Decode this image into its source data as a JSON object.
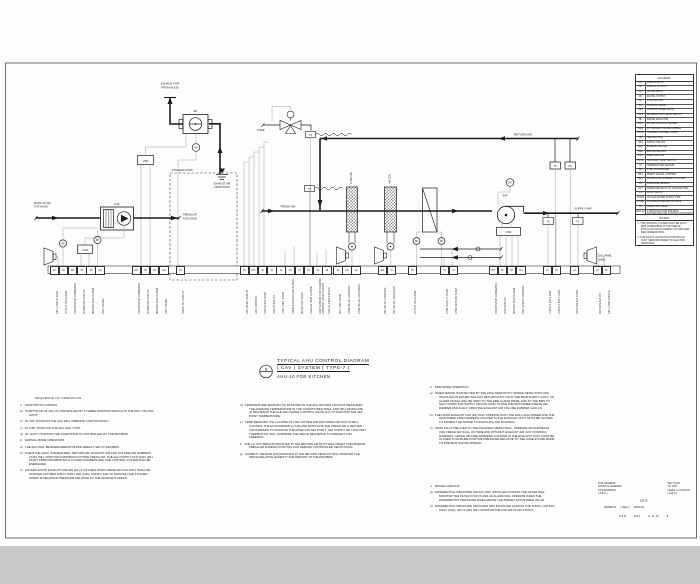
{
  "tags": {
    "ts": "TS",
    "hs": "HS",
    "dp": "DP",
    "vsd": "VSD"
  },
  "diagram": {
    "labels": {
      "exhaust_top_1": "EXHAUST AIR",
      "exhaust_top_2": "FROM HOOD",
      "kef_tag": "EF",
      "hood_exhaust_1": "EXHAUST AIR",
      "hood_exhaust_2": "FROM HOOD",
      "kitchen_hood": "KITCHEN HOOD",
      "makeup_1": "MAKE UP AIR",
      "makeup_2": "FOR HOOD",
      "faf_tag": "FAF",
      "fresh_hood_1": "FRESH AIR",
      "fresh_hood_2": "FOR HOOD",
      "chwr": "CHWR",
      "fresh_air": "FRESH AIR",
      "return_air": "RETURN AIR",
      "supply_air": "SUPPLY AIR",
      "chw_coil": "CHW COIL",
      "hw_coil": "HW COIL",
      "saf_tag": "SAF",
      "ddc_1": "DDC PANEL",
      "ddc_2": "(BMS)"
    }
  },
  "title": {
    "bubble_top": "B",
    "bubble_bottom": "-",
    "line1": "TYPICAL AHU CONTROL DIAGRAM",
    "line2": "( CAV ) SYSTEM ( TYPE-7 )",
    "line3": "AHU-10 FOR KITCHEN"
  },
  "legend": {
    "title": "LEGEND:",
    "rows": [
      {
        "a": "AI",
        "d": "ANALOG INPUT"
      },
      {
        "a": "AO",
        "d": "ANALOG OUTPUT"
      },
      {
        "a": "DI",
        "d": "DIGITAL INPUT"
      },
      {
        "a": "DO",
        "d": "DIGITAL OUTPUT"
      },
      {
        "a": "CC",
        "d": "COOLING COIL"
      },
      {
        "a": "CV",
        "d": "CONTROL VALVE"
      },
      {
        "a": "VSD",
        "d": "VARIABLE SPEED DRIVE"
      },
      {
        "a": "DPS",
        "d": "DIFFERENTIAL PRESS. SWITCH"
      },
      {
        "a": "SD",
        "d": "SMOKE DETECTOR"
      },
      {
        "a": "MCC",
        "d": "MOTOR CONTROL CENTER"
      },
      {
        "a": "MVD",
        "d": "MOTORIZED VOLUME DAMPER"
      },
      {
        "a": "NC/NO",
        "d": "NORMALLY CLOSED / OPEN"
      },
      {
        "a": "HC",
        "d": "HEATING COIL"
      },
      {
        "a": "SAF",
        "d": "SUPPLY AIR FAN"
      },
      {
        "a": "EAF",
        "d": "EXHAUST AIR FAN"
      },
      {
        "a": "RAF",
        "d": "RETURN AIR FAN"
      },
      {
        "a": "FAF",
        "d": "FRESH AIR FAN"
      },
      {
        "a": "HLTS",
        "d": "HIGH LIMIT TEMP. SWITCH"
      },
      {
        "a": "TS",
        "d": "TEMPERATURE SENSOR"
      },
      {
        "a": "SC",
        "d": "STEP CONTROLLER"
      },
      {
        "a": "DDC",
        "d": "DIRECT DIGITAL CONTROL"
      },
      {
        "a": "BMS",
        "d": "BUILDING MANAGEMENT SYSTEM"
      },
      {
        "a": "PS",
        "d": "PRESSURE SENSOR"
      },
      {
        "a": "PVT",
        "d": "PRESSURE/VELOCITY TRANSMITTER"
      },
      {
        "a": "FS",
        "d": "FLOW SWITCH"
      },
      {
        "a": "CHWS",
        "d": "CHILLED WATER SUPPLY PIPE"
      },
      {
        "a": "CHWR",
        "d": "CHILLED WATER RETURN PIPE"
      },
      {
        "a": "BV",
        "d": "BALANCING VALVE"
      },
      {
        "a": "BACnet",
        "d": "A PROTOCOL FOR BUILDING AUTOMATION AND CONTROL NETWORKS"
      },
      {
        "a": "A",
        "d": "ALARM"
      },
      {
        "a": "CO2",
        "d": "CARBON DIOXIDE SENSOR"
      },
      {
        "a": "DPT",
        "d": "DIFFERENTIAL PRESSURE SENSOR"
      }
    ]
  },
  "notes": {
    "title": "NOTES:",
    "items": [
      "1- THE CONTROL SYSTEM MUST BE FULLY BMS COMPATIBLE AT THE TIME OF INSTALLATION ACCORDING TO SUPPLIER RECOMMENDATION.",
      "2- FOR EXACT LOCATION & POSITION OF DUCT SENSORS REFER TO ELECTRIC DRAWINGS."
    ]
  },
  "io": {
    "faf": [
      {
        "t": "DI",
        "l": "AIR FLOW ALARM"
      },
      {
        "t": "DI",
        "l": "FILTER DP ALARM"
      },
      {
        "t": "DO",
        "l": "START/STOP COMMAND"
      },
      {
        "t": "DI",
        "l": "RUN/STOP STATUS"
      },
      {
        "t": "DI",
        "l": "MOTOR TRIP ALARM"
      },
      {
        "t": "AO",
        "l": "VSD SIGNAL"
      }
    ],
    "kef": [
      {
        "t": "DO",
        "l": "START/STOP COMMAND"
      },
      {
        "t": "DI",
        "l": "RUN/STOP STATUS"
      },
      {
        "t": "DI",
        "l": "MOTOR TRIP ALARM"
      },
      {
        "t": "AO",
        "l": "VSD SIGNAL"
      }
    ],
    "hood": [
      {
        "t": "DI",
        "l": "HOOD DP STATUS"
      }
    ],
    "mixing": [
      {
        "t": "DI",
        "l": "FAD OPEN STATUS"
      },
      {
        "t": "DO",
        "l": "FAD CONTROL"
      },
      {
        "t": "AI",
        "l": "FRESH AIR TEMP"
      },
      {
        "t": "AI",
        "l": "FRESH AIR RH"
      },
      {
        "t": "AI",
        "l": "LOW LIMIT TSTAT"
      },
      {
        "t": "DI",
        "l": "SMOKE DETECTOR ALARM"
      },
      {
        "t": "AI",
        "l": "MIXED AIR TEMP"
      },
      {
        "t": "DI",
        "l": "FREEZE STAT ALARM"
      },
      {
        "t": "AI",
        "l": "CO2 SENSOR FOR DEMAND CONTROL VENTILATION"
      },
      {
        "t": "DI",
        "l": "FIRE ALARM STATUS"
      }
    ],
    "chw_coil": [
      {
        "t": "AI",
        "l": "OFF COIL TEMP"
      },
      {
        "t": "AO",
        "l": "CHW VALVE CONTROL"
      },
      {
        "t": "AI",
        "l": "CHW VALVE FEEDBACK"
      }
    ],
    "hw_coil": [
      {
        "t": "AO",
        "l": "HW VALVE CONTROL"
      },
      {
        "t": "AI",
        "l": "HW VALVE FEEDBACK"
      }
    ],
    "filter": [
      {
        "t": "DI",
        "l": "FILTER DP ALARM"
      }
    ],
    "chw_pipes": [
      {
        "t": "AI",
        "l": "CHW SUPPLY TEMP"
      },
      {
        "t": "AI",
        "l": "CHW RETURN TEMP"
      }
    ],
    "saf": [
      {
        "t": "DO",
        "l": "START/STOP COMMAND"
      },
      {
        "t": "DI",
        "l": "RUN STATUS"
      },
      {
        "t": "DI",
        "l": "MOTOR TRIP ALARM"
      },
      {
        "t": "AO",
        "l": "VSD SPEED CONTROL"
      }
    ],
    "supply": [
      {
        "t": "AI",
        "l": "SUPPLY AIR TEMP"
      },
      {
        "t": "AI",
        "l": "SUPPLY AIR FLOW"
      }
    ],
    "return_t": [
      {
        "t": "AI",
        "l": "RETURN AIR TEMP"
      }
    ],
    "return_h": [
      {
        "t": "AI",
        "l": "RETURN AIR RH"
      },
      {
        "t": "DI",
        "l": "AIR FLOW STATUS"
      }
    ]
  },
  "sequence": {
    "header": "SEQUENCE OF OPERATION",
    "col1": [
      "1.   START/STOP CONTROL",
      "a)   START/STOP OF AHU IS CONTROLLED BY A THREE POSITION SWITCH AT THE DDC \"ON-OFF-AUTO\".",
      "b)   IN \"ON\" POSITION THE AHU WILL OPERATE CONTINUOUSLY.",
      "c)   IN \"OFF\" POSITION THE AHU WILL STOP.",
      "d)   IN \"AUTO\" POSITION THE START/STOP IS CONTROLLED BY THE DDC/BMS.",
      "2.   NORMAL MODE OPERATION",
      "a)   THE AHU WILL BE ENERGIZED/STOPPED WEEKLY SET AT DDC/BMS.",
      "b)   WHEN THE (AHU) IS ENERGIZED, RETURN AIR, EXHAUST AIR AND OUTSIDE AIR DAMPERS (OAD) WILL OPEN WITH MINIMUM OUTSIDE FRESH AIR. THE AHU SUPPLY FAN (SAF) WILL START FROM DDC/BMS WITH CLOSED DAMPERS AND THE CONTROL SYSTEM WILL BE ENERGIZED.",
      "c)   KITCHEN HOOD EXHAUST AIR FAN (EF) & KITCHEN HOOD FRESH AIR FAN (FAF) SHALL BE STARTED AUTOMATICALLY WITH THE (AHU) SUPPLY FAN TO MAINTAIN THE KITCHEN ZONES IN NEGATIVE PRESSURE RELATIVE TO THE ADJACENT AREAS."
    ],
    "col2": [
      "d)   TEMPERATURE SENSOR (TS) MOUNTED IN THE AHU RETURN AIR DUCT MEASURES THE AVERAGE TEMPERATURE IN THE CONDITIONED AREA, AND WILL MODULATE IN SEQUENCE THE CHILLED WATER CONTROL VALVE (CV) TO MAINTAIN THE SET POINT TEMPERATURE.",
      "e)   TEMP SENSORS (TS) LOCATED IN THE OUTSIDE AIR AND MIXED AIR DUCTS WILL CONTROL THE ECONOMIZER CYCLE AND MODULATE THE FRESH AIR & RETURN AIR DAMPERS TO MAINTAIN THE MIXED AIR SET POINT. THE SUPPLY AIR LOW LIMIT THERMOSTAT WILL OVERRIDE THE ABOVE SEQUENCE TO PREVENT COIL FREEZING.",
      "f)   ONE (1) CO2 SENSOR MOUNTED IN THE RETURN AIR DUCT WILL RESET THE MINIMUM FRESH AIR DAMPER POSITION FOR DEMAND CONTROLLED VENTILATION.",
      "g)   HUMIDITY SENSOR (HS) MOUNTED IN THE RETURN AIR DUCT WILL MONITOR THE SPACE RELATIVE HUMIDITY AND REPORT TO THE DDC/BMS."
    ],
    "col3a": [
      "3.   FIRE MODE OPERATION",
      "a)   WHEN SMOKE IS DETECTED BY THE HIGH SENSITIVITY SMOKE DETECTORS (SD) INSTALLED IN EITHER THE AHU RETURN DUCT OR IN THE MAIN SUPPLY DUCT, AN ALARM SIGNAL WILL BE SENT TO THE FIRE ALARM PANEL AND TO THE BMS TO SHUT DOWN THE SUPPLY AIR FAN (SAF), CLOSE THE MOTORIZED FRESH AIR DAMPER AND FULLY OPEN THE EXHAUST AIR VOLUME DAMPER (AHU-10).",
      "b)   THE HOOD EXHAUST FAN (EF) WILL OPERATE WITH THE WALL HIGH SPEED AND THE MOTORIZED FIRE DAMPERS LOCATED IN THE EXHAUST DUCT MUST BE CLOSED TO ENABLE THE SMOKE TO EVACUATE THE BUILDING.",
      "c)   UPON FAULT RELAYED TO THE ADJACENT MEDIA WALL, OPERATE OR SUPPRESS (OR) FRESH AIR (FULL OUTSIDE AIR) WITHOUT EXHAUST AIR; ANY CONTROL DAMPERS, SMOKE OR FIRE DAMPERS LOCATED IN THE EXHAUST DUCT MUST BE CLOSED TO ENSURE POSITIVE PRESSURE RELATIVE TO THE ZONE IN FIRE MODE TO PREVENT SMOKE SPREAD."
    ],
    "col3b": [
      "4.   MISCELLANEOUS",
      "a)   DIFFERENTIAL PRESSURE SWITCH (DP) INSTALLED ACROSS THE FILTER WILL MONITOR THE FILTER STATUS AND AN ALARM WILL OPERATE WHEN THE DIFFERENTIAL PRESSURE RISES ABOVE THE PRESET ADJUSTABLE VALUE.",
      "b)   DIFFERENTIAL PRESSURE SWITCHES (DP) INSTALLED ACROSS THE SUPPLY AIR FAN (SAF), (FAF), (EF) & (DP) WILL MONITOR THE FAN AIR FLOW STATUS."
    ]
  },
  "titleblock": {
    "left": [
      "FOR GENERAL",
      "NOTES & LEGENDS",
      "OF DRAWINGS",
      "( A.B.C )"
    ],
    "right": [
      "KEY PLAN",
      "TO UNIT",
      "LEVEL / LOCATION",
      "( A.B.C )"
    ],
    "scale": "NTS",
    "drawn": "DRAWN B.",
    "seal": "( SEAL )",
    "dwg": "DWG No.",
    "numbers": "K2D      3&4      C-O-M      8"
  }
}
